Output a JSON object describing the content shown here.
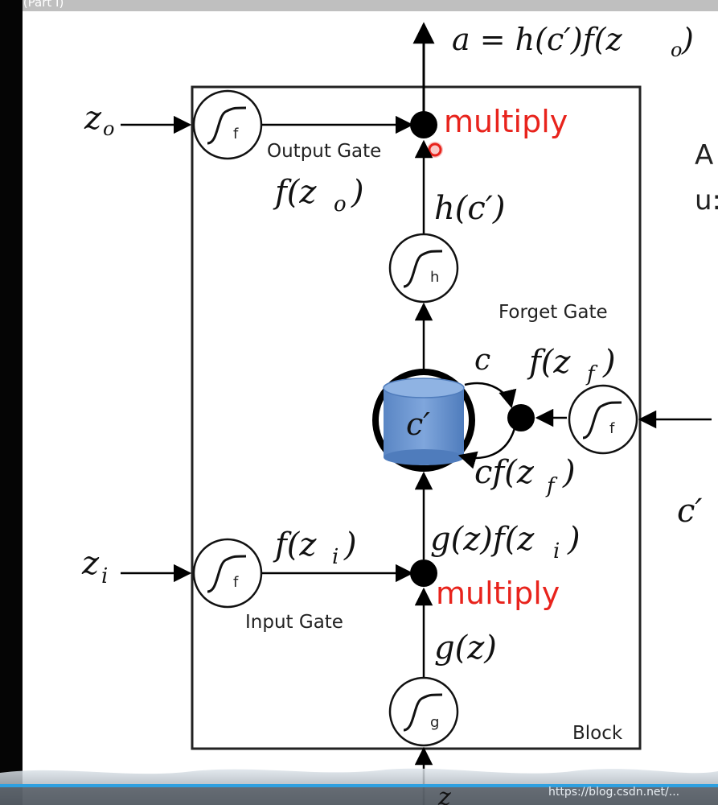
{
  "video": {
    "title_fragment": "ork (Part I)"
  },
  "diagram": {
    "output_formula": "a = h(c′)f(z",
    "output_formula_sub": "o",
    "output_formula_tail": ")",
    "input_labels": {
      "zo": "z",
      "zo_sub": "o",
      "zi": "z",
      "zi_sub": "i",
      "z": "z"
    },
    "activation_labels": {
      "f": "f",
      "h": "h",
      "g": "g"
    },
    "gate_labels": {
      "output": "Output Gate",
      "forget": "Forget Gate",
      "input": "Input Gate",
      "block": "Block"
    },
    "multiply_labels": {
      "top": "multiply",
      "bottom": "multiply"
    },
    "math_labels": {
      "f_zo": "f(z",
      "f_zo_sub": "o",
      "f_zo_tail": ")",
      "h_c": "h(c′)",
      "c": "c",
      "f_zf": "f(z",
      "f_zf_sub": "f",
      "f_zf_tail": ")",
      "cf_zf": "cf(z",
      "cf_zf_sub": "f",
      "cf_zf_tail": ")",
      "f_zi": "f(z",
      "f_zi_sub": "i",
      "f_zi_tail": ")",
      "gz_fzi": "g(z)f(z",
      "gz_fzi_sub": "i",
      "gz_fzi_tail": ")",
      "gz": "g(z)",
      "cell": "c′",
      "c_prime_right": "c′"
    },
    "cut_off_text": {
      "a": "A",
      "u": "u:"
    },
    "colors": {
      "cell_fill": "#6b97d0",
      "multiply_red": "#e8231c",
      "progress_bar": "#2ea0e0"
    }
  },
  "watermark": "https://blog.csdn.net/..."
}
